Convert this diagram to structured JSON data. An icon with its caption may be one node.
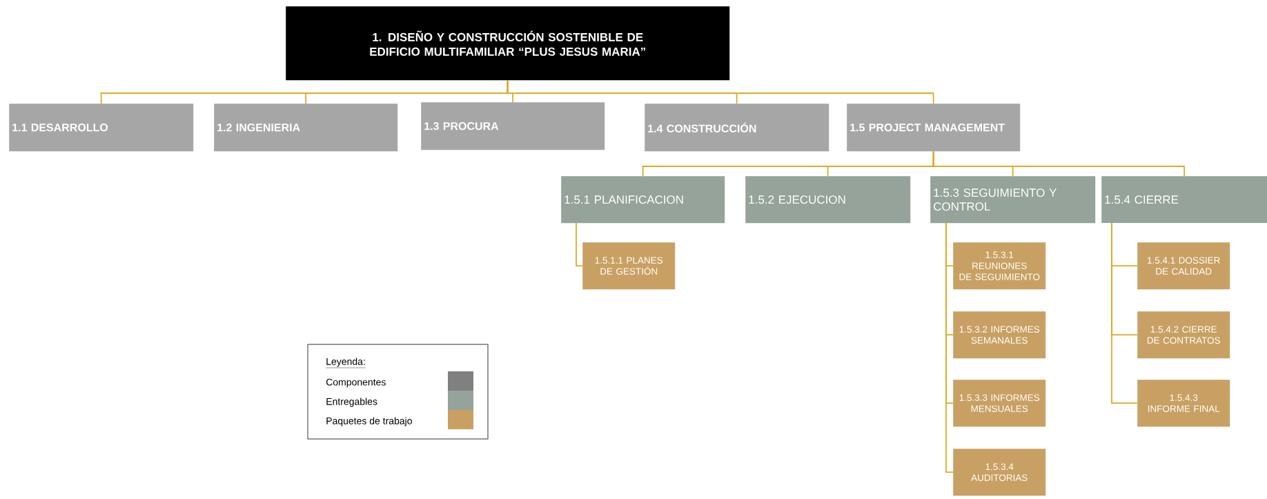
{
  "diagram": {
    "nodes": [
      {
        "text": [
          "1. DISEÑO Y CONSTRUCCIÓN SOSTENIBLE DE EDIFICIO MULTIFAMILIAR “PLUS JESUS MARIA”"
        ]
      },
      {
        "text": [
          "1.1 DESARROLLO"
        ]
      },
      {
        "text": [
          "1.2 INGENIERIA"
        ]
      },
      {
        "text": [
          "1.3 PROCURA"
        ]
      },
      {
        "text": [
          "1.4 CONSTRUCCIÓN"
        ]
      },
      {
        "text": [
          "1.5 PROJECT MANAGEMENT"
        ]
      },
      {
        "text": [
          "1.5.1 PLANIFICACION"
        ]
      },
      {
        "text": [
          "1.5.2 EJECUCION"
        ]
      },
      {
        "text": [
          "1.5.3 SEGUIMIENTO Y CONTROL"
        ]
      },
      {
        "text": [
          "1.5.4 CIERRE"
        ]
      },
      {
        "text": [
          "1.5.1.1 PLANES DE GESTIÓN"
        ]
      },
      {
        "text": [
          "1.5.3.1 REUNIONES DE SEGUIMIENTO"
        ]
      },
      {
        "text": [
          "1.5.3.2 INFORMES SEMANALES"
        ]
      },
      {
        "text": [
          "1.5.3.3 INFORMES MENSUALES"
        ]
      },
      {
        "text": [
          "1.5.3.4 AUDITORIAS"
        ]
      },
      {
        "text": [
          "1.5.4.1 DOSSIER DE CALIDAD"
        ]
      },
      {
        "text": [
          "1.5.4.2 CIERRE DE CONTRATOS"
        ]
      },
      {
        "text": [
          "1.5.4.3 INFORME FINAL"
        ]
      }
    ],
    "edges": [
      {
        "from": 0,
        "to": 1,
        "arrow": "none"
      },
      {
        "from": 0,
        "to": 2,
        "arrow": "none"
      },
      {
        "from": 0,
        "to": 3,
        "arrow": "none"
      },
      {
        "from": 0,
        "to": 4,
        "arrow": "none"
      },
      {
        "from": 0,
        "to": 5,
        "arrow": "none"
      },
      {
        "from": 5,
        "to": 6,
        "arrow": "none"
      },
      {
        "from": 5,
        "to": 7,
        "arrow": "none"
      },
      {
        "from": 5,
        "to": 8,
        "arrow": "none"
      },
      {
        "from": 5,
        "to": 9,
        "arrow": "none"
      },
      {
        "from": 6,
        "to": 10,
        "arrow": "none"
      },
      {
        "from": 8,
        "to": 11,
        "arrow": "none"
      },
      {
        "from": 8,
        "to": 12,
        "arrow": "none"
      },
      {
        "from": 8,
        "to": 13,
        "arrow": "none"
      },
      {
        "from": 8,
        "to": 14,
        "arrow": "none"
      },
      {
        "from": 9,
        "to": 15,
        "arrow": "none"
      },
      {
        "from": 9,
        "to": 16,
        "arrow": "none"
      },
      {
        "from": 9,
        "to": 17,
        "arrow": "none"
      }
    ],
    "labels": [
      "Leyenda:"
    ],
    "legend": [
      {
        "text": "Componentes",
        "color": "#808080"
      },
      {
        "text": "Entregables",
        "color": "#95a39a"
      },
      {
        "text": "Paquetes de trabajo",
        "color": "#c9a063"
      }
    ]
  }
}
